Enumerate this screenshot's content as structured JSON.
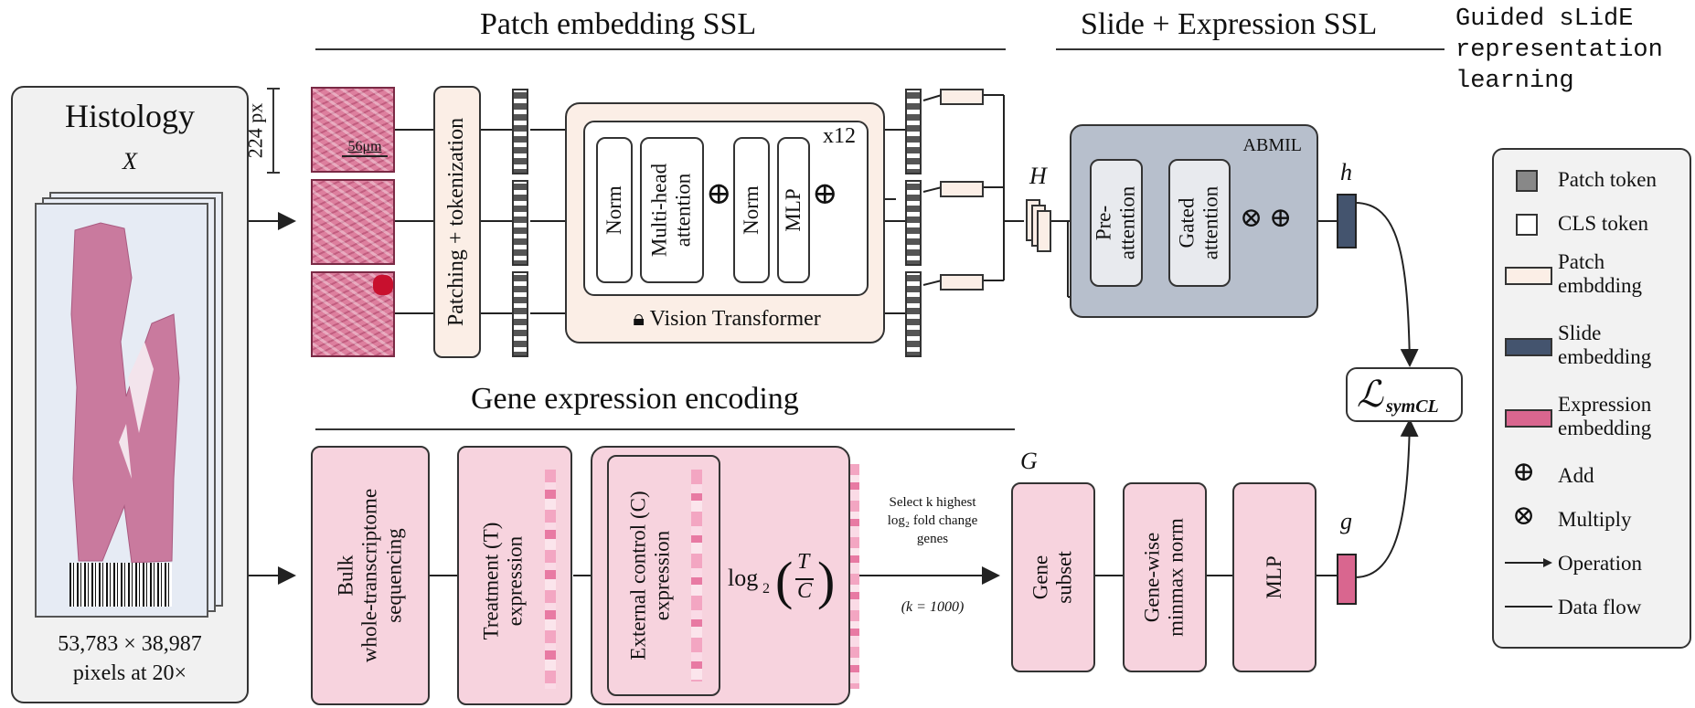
{
  "titles": {
    "patch": "Patch embedding SSL",
    "slide": "Slide + Expression SSL",
    "gene": "Gene expression encoding"
  },
  "corner_note": "Guided sLidE\nrepresentation\nlearning",
  "histology": {
    "title": "Histology",
    "symbol": "X",
    "caption_line1": "53,783 × 38,987",
    "caption_line2": "pixels at 20×"
  },
  "patch": {
    "size_label": "224 px",
    "scale_label": "56μm",
    "patching_label": "Patching + tokenization"
  },
  "vit": {
    "repeat": "x12",
    "norm1": "Norm",
    "mha": "Multi-head\nattention",
    "norm2": "Norm",
    "mlp": "MLP",
    "label": "Vision Transformer",
    "lock_icon": "lock-icon"
  },
  "abmil": {
    "title": "ABMIL",
    "h_big": "H",
    "pre_attention": "Pre-\nattention",
    "gated_attention": "Gated\nattention",
    "h_small": "h"
  },
  "loss": {
    "symbol": "ℒ",
    "subscript": "symCL"
  },
  "gene": {
    "bulk": "Bulk\nwhole-transcriptome\nsequencing",
    "treatment": "Treatment (T)\nexpression",
    "control": "External control (C)\nexpression",
    "log_prefix": "log",
    "log_base": "2",
    "frac_num": "T",
    "frac_den": "C",
    "select_line1": "Select k highest",
    "select_line2": "log₂ fold change",
    "select_line3": "genes",
    "k_value": "(k = 1000)",
    "G": "G",
    "subset": "Gene\nsubset",
    "minmax": "Gene-wise\nminmax norm",
    "mlp": "MLP",
    "g": "g"
  },
  "legend": {
    "items": [
      {
        "icon": "patch-token-icon",
        "label": "Patch token"
      },
      {
        "icon": "cls-token-icon",
        "label": "CLS token"
      },
      {
        "icon": "patch-embedding-icon",
        "label": "Patch\nembdding"
      },
      {
        "icon": "slide-embedding-icon",
        "label": "Slide\nembedding"
      },
      {
        "icon": "expression-embedding-icon",
        "label": "Expression\nembedding"
      },
      {
        "icon": "add-icon",
        "label": "Add"
      },
      {
        "icon": "multiply-icon",
        "label": "Multiply"
      },
      {
        "icon": "operation-arrow-icon",
        "label": "Operation"
      },
      {
        "icon": "data-flow-line-icon",
        "label": "Data flow"
      }
    ]
  },
  "colors": {
    "pink": "#f7d3de",
    "peach": "#fbeee6",
    "slide_embedding": "#44546e",
    "expression_embedding": "#d9668f",
    "abmil_bg": "#b7bfcc"
  }
}
